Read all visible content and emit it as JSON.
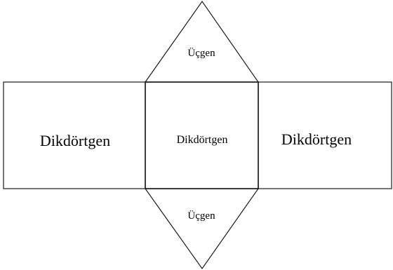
{
  "labels": {
    "top_triangle": "Üçgen",
    "bottom_triangle": "Üçgen",
    "left_rectangle": "Dikdörtgen",
    "center_rectangle": "Dikdörtgen",
    "right_rectangle": "Dikdörtgen"
  },
  "colors": {
    "stroke": "#1a1a1a",
    "background": "#ffffff"
  }
}
